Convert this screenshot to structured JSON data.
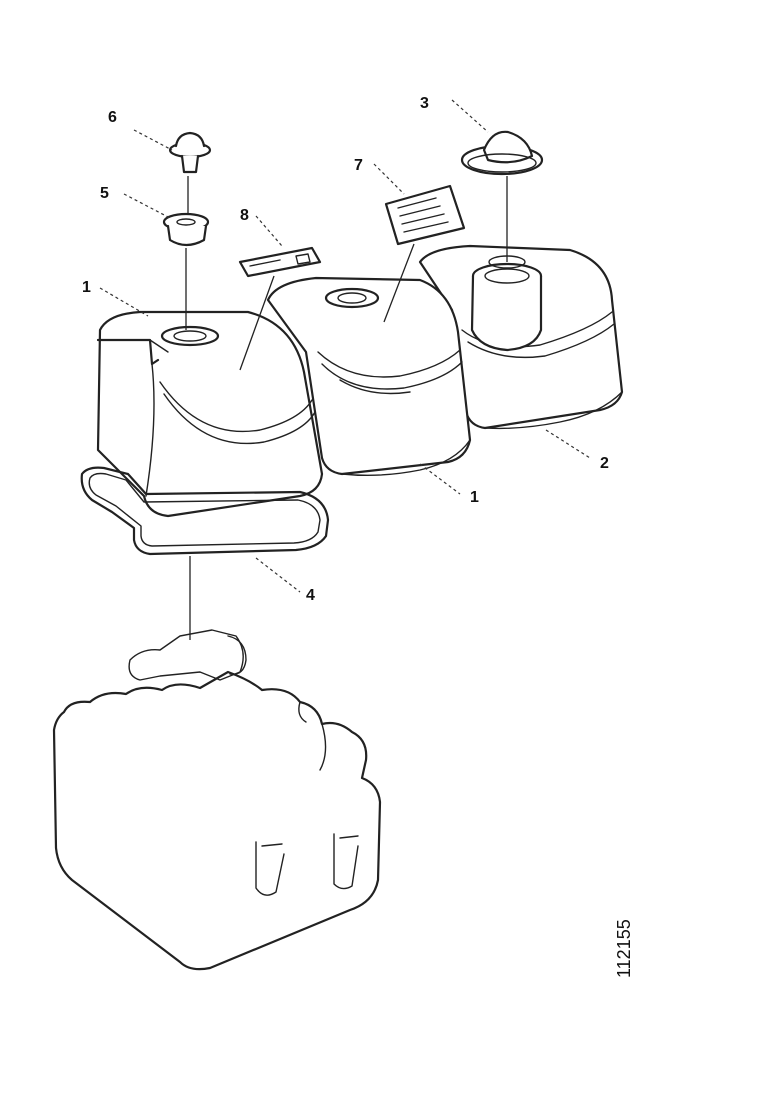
{
  "callouts": {
    "c1a": "1",
    "c1b": "1",
    "c2": "2",
    "c3": "3",
    "c4": "4",
    "c5": "5",
    "c6": "6",
    "c7": "7",
    "c8": "8"
  },
  "reference_number": "112155"
}
